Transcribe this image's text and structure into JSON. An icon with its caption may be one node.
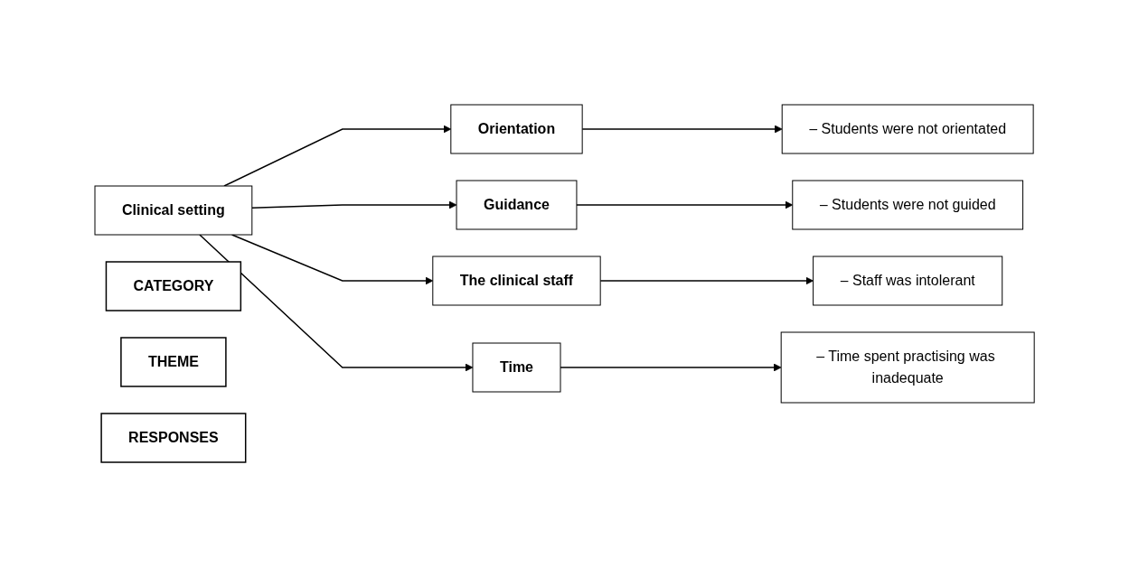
{
  "diagram": {
    "nodes": [
      {
        "text": [
          "CATEGORY"
        ]
      },
      {
        "text": [
          "THEME"
        ]
      },
      {
        "text": [
          "RESPONSES"
        ]
      },
      {
        "text": [
          "Clinical setting"
        ]
      },
      {
        "text": [
          "Orientation"
        ]
      },
      {
        "text": [
          "– Students were not orientated"
        ]
      },
      {
        "text": [
          "Guidance"
        ]
      },
      {
        "text": [
          "– Students were not guided"
        ]
      },
      {
        "text": [
          "The clinical staff"
        ]
      },
      {
        "text": [
          "– Staff was intolerant"
        ]
      },
      {
        "text": [
          "Time"
        ]
      },
      {
        "text": [
          "– Time spent practising was inadequate"
        ]
      }
    ],
    "edges": [
      {
        "from": 3,
        "to": 4,
        "arrow": "to"
      },
      {
        "from": 3,
        "to": 6,
        "arrow": "to"
      },
      {
        "from": 3,
        "to": 8,
        "arrow": "to"
      },
      {
        "from": 3,
        "to": 10,
        "arrow": "to"
      },
      {
        "from": 4,
        "to": 5,
        "arrow": "to"
      },
      {
        "from": 6,
        "to": 7,
        "arrow": "to"
      },
      {
        "from": 8,
        "to": 9,
        "arrow": "to"
      },
      {
        "from": 10,
        "to": 11,
        "arrow": "to"
      }
    ]
  }
}
